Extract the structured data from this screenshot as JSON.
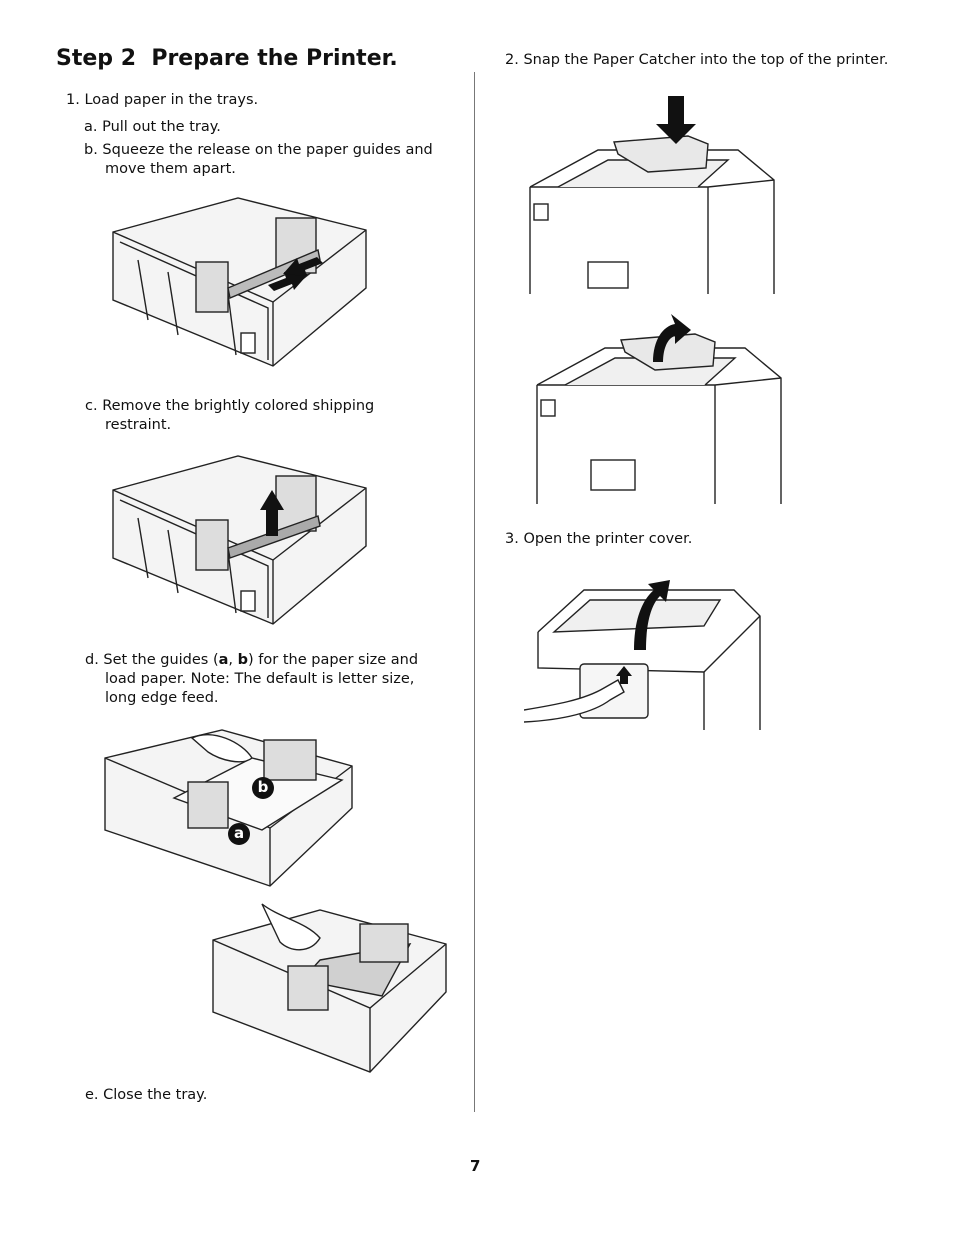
{
  "heading": {
    "step": "Step 2",
    "title": "Prepare the Printer."
  },
  "left": {
    "item1": "1. Load paper in the trays.",
    "a": "a. Pull out the tray.",
    "b_line1": "b. Squeeze the release on the paper guides and",
    "b_line2": "move them apart.",
    "c_line1": "c. Remove the brightly colored shipping",
    "c_line2": "restraint.",
    "d_prefix": "d. Set the guides (",
    "d_a": "a",
    "d_comma": ", ",
    "d_b": "b",
    "d_suffix": ") for the paper size and",
    "d_line2": "load paper. Note: The default is letter size,",
    "d_line3": "long edge feed.",
    "e": "e. Close the tray."
  },
  "right": {
    "item2": "2. Snap the Paper Catcher into the top of the printer.",
    "item3": "3. Open the printer cover."
  },
  "callouts": {
    "a": "a",
    "b": "b"
  },
  "page_number": "7",
  "icons": [
    "tray-illustration",
    "printer-illustration",
    "arrow-icon",
    "hand-illustration"
  ]
}
